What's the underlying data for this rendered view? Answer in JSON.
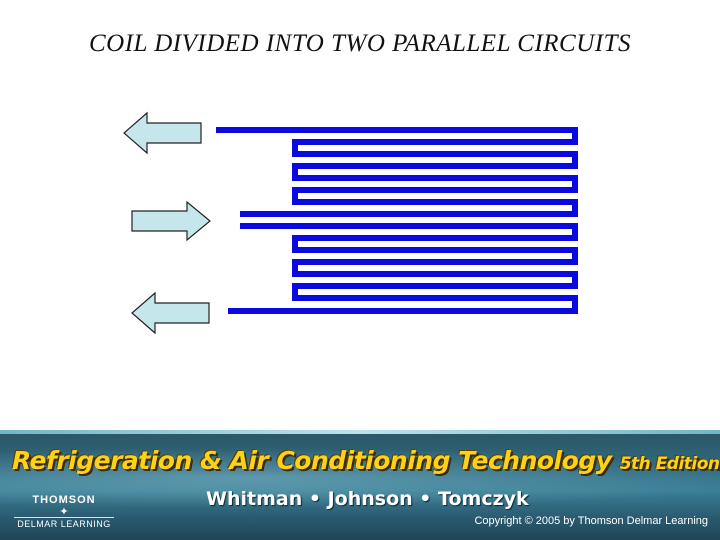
{
  "slide": {
    "title": "COIL DIVIDED INTO TWO PARALLEL CIRCUITS"
  },
  "diagram": {
    "arrows": [
      {
        "name": "outlet-arrow-top",
        "direction": "left",
        "color": "#c5e6ea"
      },
      {
        "name": "inlet-arrow-middle",
        "direction": "right",
        "color": "#c5e6ea"
      },
      {
        "name": "outlet-arrow-bottom",
        "direction": "left",
        "color": "#c5e6ea"
      }
    ],
    "circuit_color": "#0a0ae0",
    "circuits": 2
  },
  "banner": {
    "title": "Refrigeration & Air Conditioning Technology",
    "edition": "5th Edition",
    "authors": "Whitman • Johnson • Tomczyk",
    "publisher_line1": "THOMSON",
    "publisher_line2": "DELMAR LEARNING",
    "copyright": "Copyright © 2005 by Thomson Delmar Learning"
  }
}
